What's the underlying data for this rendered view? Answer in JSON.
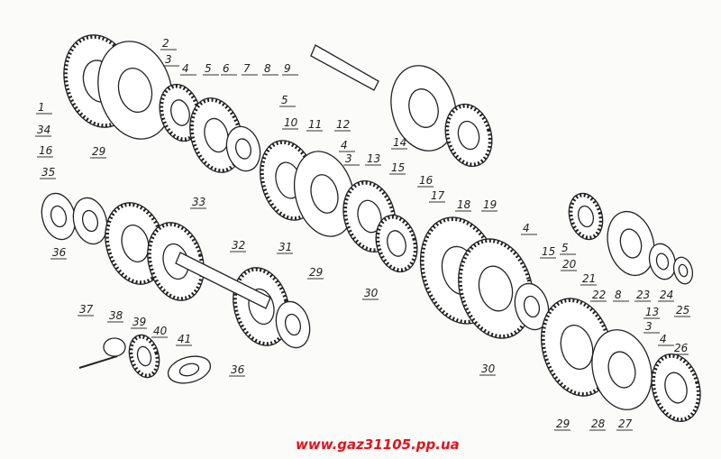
{
  "diagram": {
    "labels": [
      "1",
      "2",
      "3",
      "4",
      "5",
      "6",
      "7",
      "8",
      "9",
      "11",
      "12",
      "14",
      "10",
      "5",
      "4",
      "3",
      "13",
      "15",
      "16",
      "33",
      "31",
      "29",
      "30",
      "17",
      "18",
      "19",
      "4",
      "15",
      "5",
      "20",
      "21",
      "22",
      "8",
      "23",
      "24",
      "25",
      "13",
      "3",
      "4",
      "26",
      "28",
      "27",
      "29",
      "30",
      "34",
      "16",
      "29",
      "35",
      "36",
      "32",
      "36",
      "37",
      "38",
      "39",
      "40",
      "41"
    ]
  },
  "footer": {
    "url": "www.gaz31105.pp.ua",
    "color": "#e0141b"
  }
}
